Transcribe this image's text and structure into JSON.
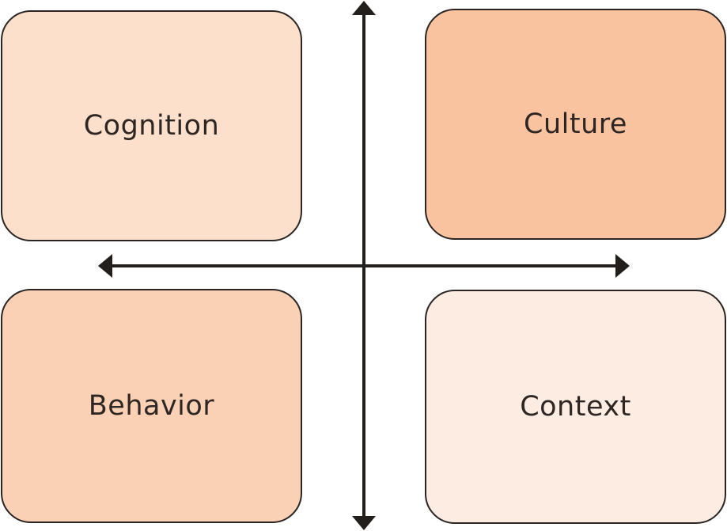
{
  "quadrants": {
    "top_left": {
      "label": "Cognition",
      "color": "#fde0cc"
    },
    "top_right": {
      "label": "Culture",
      "color": "#f9c3a0"
    },
    "bottom_left": {
      "label": "Behavior",
      "color": "#fbd1b6"
    },
    "bottom_right": {
      "label": "Context",
      "color": "#fdece2"
    }
  },
  "axes": {
    "color": "#221f1d",
    "vertical": "double-headed-arrow",
    "horizontal": "double-headed-arrow"
  }
}
